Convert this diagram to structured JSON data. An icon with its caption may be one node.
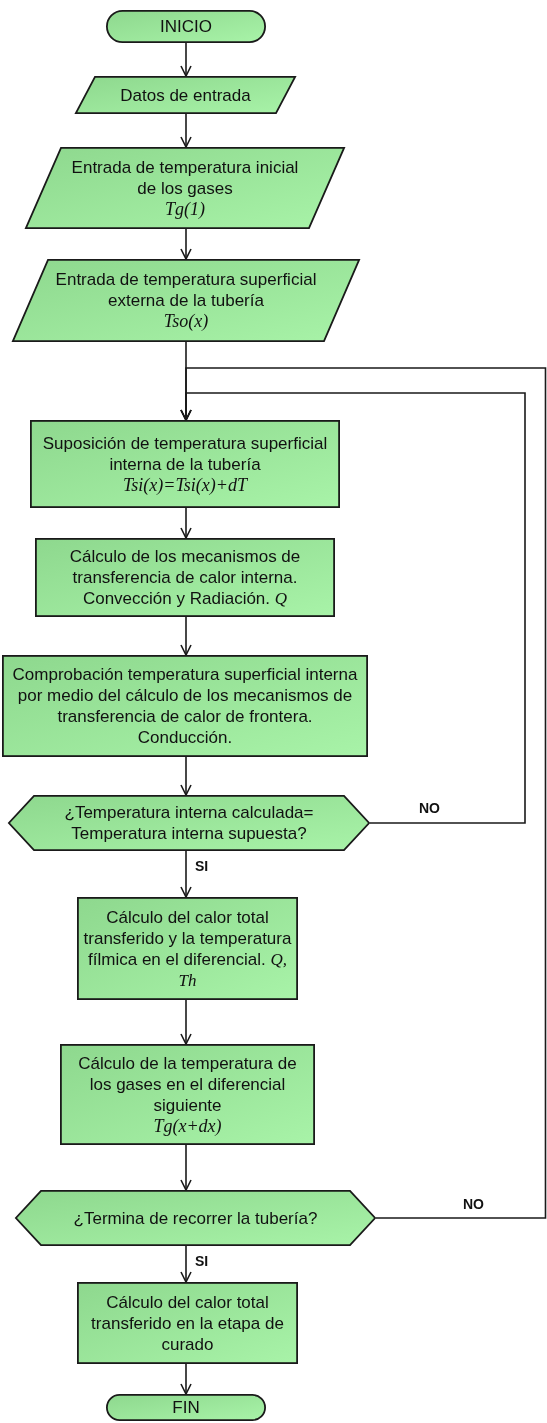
{
  "diagram": {
    "nodes": [
      {
        "text": [
          "INICIO"
        ]
      },
      {
        "text": [
          "Datos de entrada"
        ]
      },
      {
        "text": [
          "Entrada de temperatura inicial de los gases",
          "Tg(1)"
        ]
      },
      {
        "text": [
          "Entrada de temperatura superficial externa de la tubería",
          "Tso(x)"
        ]
      },
      {
        "text": [
          "Suposición de temperatura superficial interna de la tubería",
          "Tsi(x)=Tsi(x)+dT"
        ]
      },
      {
        "text": [
          "Cálculo de los mecanismos de transferencia de calor interna. Convección y Radiación. *Q*"
        ]
      },
      {
        "text": [
          "Comprobación temperatura superficial interna por medio del cálculo de los mecanismos de transferencia de calor de frontera. Conducción."
        ]
      },
      {
        "text": [
          "¿Temperatura interna calculada= Temperatura interna supuesta?"
        ]
      },
      {
        "text": [
          "Cálculo del calor total transferido y la temperatura fílmica en el diferencial. *Q, Th*"
        ]
      },
      {
        "text": [
          "Cálculo de la temperatura de los gases en el diferencial siguiente",
          "Tg(x+dx)"
        ]
      },
      {
        "text": [
          "¿Termina de recorrer la tubería?"
        ]
      },
      {
        "text": [
          "Cálculo del calor total transferido en la etapa de curado"
        ]
      },
      {
        "text": [
          "FIN"
        ]
      }
    ],
    "edges": [
      {
        "from": 0,
        "to": 1,
        "arrow": "to"
      },
      {
        "from": 1,
        "to": 2,
        "arrow": "to"
      },
      {
        "from": 2,
        "to": 3,
        "arrow": "to"
      },
      {
        "from": 3,
        "to": 4,
        "arrow": "to"
      },
      {
        "from": 4,
        "to": 5,
        "arrow": "to"
      },
      {
        "from": 5,
        "to": 6,
        "arrow": "to"
      },
      {
        "from": 6,
        "to": 7,
        "arrow": "to"
      },
      {
        "from": 7,
        "to": 4,
        "label": "NO",
        "arrow": "to"
      },
      {
        "from": 7,
        "to": 8,
        "label": "SI",
        "arrow": "to"
      },
      {
        "from": 8,
        "to": 9,
        "arrow": "to"
      },
      {
        "from": 9,
        "to": 10,
        "arrow": "to"
      },
      {
        "from": 10,
        "to": 4,
        "label": "NO",
        "arrow": "to"
      },
      {
        "from": 10,
        "to": 11,
        "label": "SI",
        "arrow": "to"
      },
      {
        "from": 11,
        "to": 12,
        "arrow": "to"
      }
    ]
  }
}
